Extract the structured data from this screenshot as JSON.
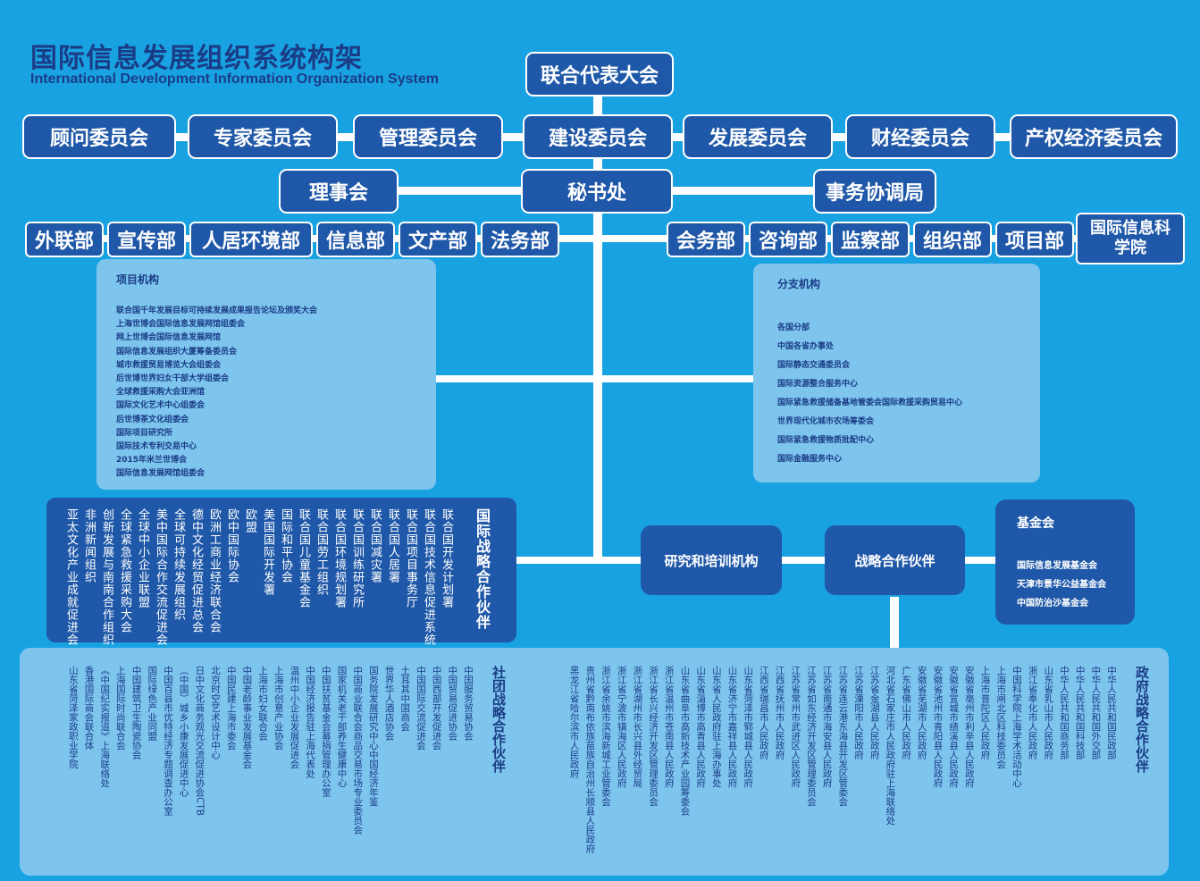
{
  "title_cn": "国际信息发展组织系统构架",
  "title_en": "International Development Information Organization System",
  "top": "联合代表大会",
  "committees": [
    "顾问委员会",
    "专家委员会",
    "管理委员会",
    "建设委员会",
    "发展委员会",
    "财经委员会",
    "产权经济委员会"
  ],
  "council": "理事会",
  "secretariat": "秘书处",
  "coordination": "事务协调局",
  "depts_left": [
    "外联部",
    "宣传部",
    "人居环境部",
    "信息部",
    "文产部",
    "法务部"
  ],
  "depts_right": [
    "会务部",
    "咨询部",
    "监察部",
    "组织部",
    "项目部",
    "国际信息科学院"
  ],
  "project_orgs": {
    "title": "项目机构",
    "items": [
      "联合国千年发展目标可持续发展成果报告论坛及颁奖大会",
      "上海世博会国际信息发展网馆组委会",
      "网上世博会国际信息发展网馆",
      "国际信息发展组织大厦筹备委员会",
      "城市救援贸易博览大会组委会",
      "后世博世界妇女干部大学组委会",
      "全球救援采购大会亚洲馆",
      "国际文化艺术中心组委会",
      "后世博茶文化组委会",
      "国际项目研究所",
      "国际技术专利交易中心",
      "2015年米兰世博会",
      "国际信息发展网馆组委会"
    ]
  },
  "branch_orgs": {
    "title": "分支机构",
    "items": [
      "各国分部",
      "中国各省办事处",
      "国际静态交通委员会",
      "国际资源整合服务中心",
      "国际紧急救援储备基地管委会国际救援采购贸易中心",
      "世界现代化城市农场筹委会",
      "国际紧急救援物质批配中心",
      "国际金融服务中心"
    ]
  },
  "intl_partners": {
    "title": "国际战略合作伙伴",
    "items": [
      "联合国开发计划署",
      "联合国技术信息促进系统",
      "联合国项目事务厅",
      "联合国人居署",
      "联合国减灾署",
      "联合国训练研究所",
      "联合国环境规划署",
      "联合国劳工组织",
      "联合国儿童基金会",
      "国际和平协会",
      "美国国际开发署",
      "欧盟",
      "欧中国际协会",
      "欧洲工商业经济联合会",
      "德中文化经贸促进总会",
      "全球可持续发展组织",
      "美中国际合作交流促进会",
      "全球中小企业联盟",
      "全球紧急救援采购大会",
      "创新发展与南南合作组织",
      "非洲新闻组织",
      "亚太文化产业成就促进会"
    ]
  },
  "research": "研究和培训机构",
  "strategic": "战略合作伙伴",
  "funds": {
    "title": "基金会",
    "items": [
      "国际信息发展基金会",
      "天津市景华公益基金会",
      "中国防治沙基金会"
    ]
  },
  "gov_partners": {
    "title": "政府战略合作伙伴",
    "items": [
      "中华人民共和国民政部",
      "中华人民共和国外交部",
      "中华人民共和国科技部",
      "中华人民共和国商务部",
      "山东省乳山市人民政府",
      "浙江省奉化市人民政府",
      "中国科学院上海学术活动中心",
      "上海市闸北区科技委员会",
      "上海市普陀区人民政府",
      "安徽省亳州市利辛县人民政府",
      "安徽省宣城市绩溪县人民政府",
      "安徽省池州市青阳县人民政府",
      "安徽省芜湖市人民政府",
      "广东省佛山市人民政府",
      "河北省石家庄市人民政府驻上海联络处",
      "江苏省金湖县人民政府",
      "江苏省溧阳市人民政府",
      "江苏省连云港东海县开发区管委会",
      "江苏省南通市海安县人民政府",
      "江苏省如东经济开发区管理委员会",
      "江苏省常州市武进区人民政府",
      "江西省抚州市人民政府",
      "江西省瑞昌市人民政府",
      "山东省菏泽市郓城县人民政府",
      "山东省济宁市嘉祥县人民政府",
      "山东省人民政府驻上海办事处",
      "山东省淄博市高青县人民政府",
      "山东省曲阜市高新技术产业园筹委会",
      "浙江省温州市苍南县人民政府",
      "浙江省长兴经济开发区管理委员会",
      "浙江省湖州市长兴县外经贸局",
      "浙江省宁波市镇海区人民政府",
      "浙江省余姚市滨海新城工业管委会",
      "贵州省黔南布依族苗族自治州长顺县人民政府",
      "黑龙江省哈尔滨市人民政府"
    ]
  },
  "social_partners": {
    "title": "社团战略合作伙伴",
    "items": [
      "中国服务贸易协会",
      "中国贸易促进协会",
      "中国西部开发促进会",
      "中国国际交流促进会",
      "土耳其中国商会",
      "世界华人酒店协会",
      "国务院发展研究中心中国经济年鉴",
      "中国商业联合会商品交易市场专业委员会",
      "国家机关老干部养生健康中心",
      "中国扶贫基金会募捐管理办公室",
      "中国经济报告驻上海代表处",
      "温州中小企业发展促进会",
      "上海市创意产业协会",
      "上海市妇女联合会",
      "中国老龄事业发展基金会",
      "中国民建上海市委会",
      "北京时空艺术设计中心",
      "日中文化商务观光交流促进协会CTB",
      "（中国）城乡小康发展促进中心",
      "中国百县市优特经济专题调查办公室",
      "国际绿色产业同盟",
      "中国建筑卫生陶瓷协会",
      "上海国际时尚联合会",
      "《中国纪实报道》上海联络处",
      "香港国际商会联合体",
      "山东省菏泽家政职业学院"
    ]
  }
}
